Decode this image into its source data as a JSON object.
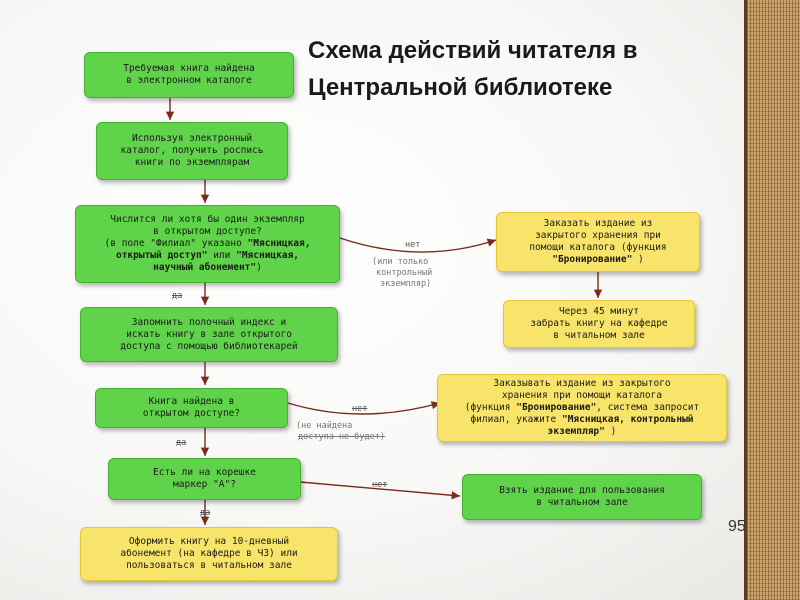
{
  "title": {
    "line1": "Схема действий читателя в",
    "line2": "Центральной библиотеке"
  },
  "page_number": "95",
  "colors": {
    "green": "#5fd34a",
    "yellow": "#f9e46b",
    "arrow": "#7b2a1c"
  },
  "boxes": {
    "found": {
      "l1": "Требуемая книга найдена",
      "l2": "в электронном каталоге"
    },
    "catalog": {
      "l1": "Используя электронный",
      "l2": "каталог, получить роспись",
      "l3": "книги по экземплярам"
    },
    "open_access": {
      "l1": "Числится ли хотя бы один экземпляр",
      "l2": "в открытом доступе?",
      "l3_pre": "(в поле \"Филиал\" указано ",
      "l3_b": "\"Мясницкая,",
      "l4_b1": "открытый доступ\"",
      "l4_mid": " или ",
      "l4_b2": "\"Мясницкая,",
      "l5_b": "научный абонемент\"",
      "l5_post": ")"
    },
    "order_closed": {
      "l1": "Заказать издание из",
      "l2": "закрытого хранения при",
      "l3": "помощи каталога (функция",
      "l4_b": "\"Бронирование\"",
      "l4_post": " )"
    },
    "wait": {
      "l1": "Через 45 минут",
      "l2": "забрать книгу на кафедре",
      "l3": "в читальном зале"
    },
    "remember": {
      "l1": "Запомнить полочный индекс и",
      "l2": "искать книгу в зале открытого",
      "l3": "доступа с помощью библиотекарей"
    },
    "book_found": {
      "l1": "Книга найдена в",
      "l2": "открытом доступе?"
    },
    "order_closed2": {
      "l1": "Заказывать издание из закрытого",
      "l2": "хранения при помощи каталога",
      "l3_pre": "(функция ",
      "l3_b": "\"Бронирование\"",
      "l3_post": ", система запросит",
      "l4_pre": "филиал, укажите ",
      "l4_b": "\"Мясницкая, контрольный",
      "l5_b": "экземпляр\"",
      "l5_post": " )"
    },
    "marker": {
      "l1": "Есть ли на корешке",
      "l2": "маркер \"А\"?"
    },
    "reading_room": {
      "l1": "Взять издание для пользования",
      "l2": "в читальном зале"
    },
    "register": {
      "l1": "Оформить книгу на 10-дневный",
      "l2": "абонемент (на кафедре в ЧЗ) или",
      "l3": "пользоваться в читальном зале"
    }
  },
  "edge_labels": {
    "no1": "нет",
    "no1_note1": "(или только",
    "no1_note2": "контрольный",
    "no1_note3": "экземпляр)",
    "yes1": "да",
    "no2": "нет",
    "no2_note1": "(не найдена",
    "no2_note2": "доступа не будет)",
    "yes2": "да",
    "no3": "нет",
    "yes3": "да"
  }
}
